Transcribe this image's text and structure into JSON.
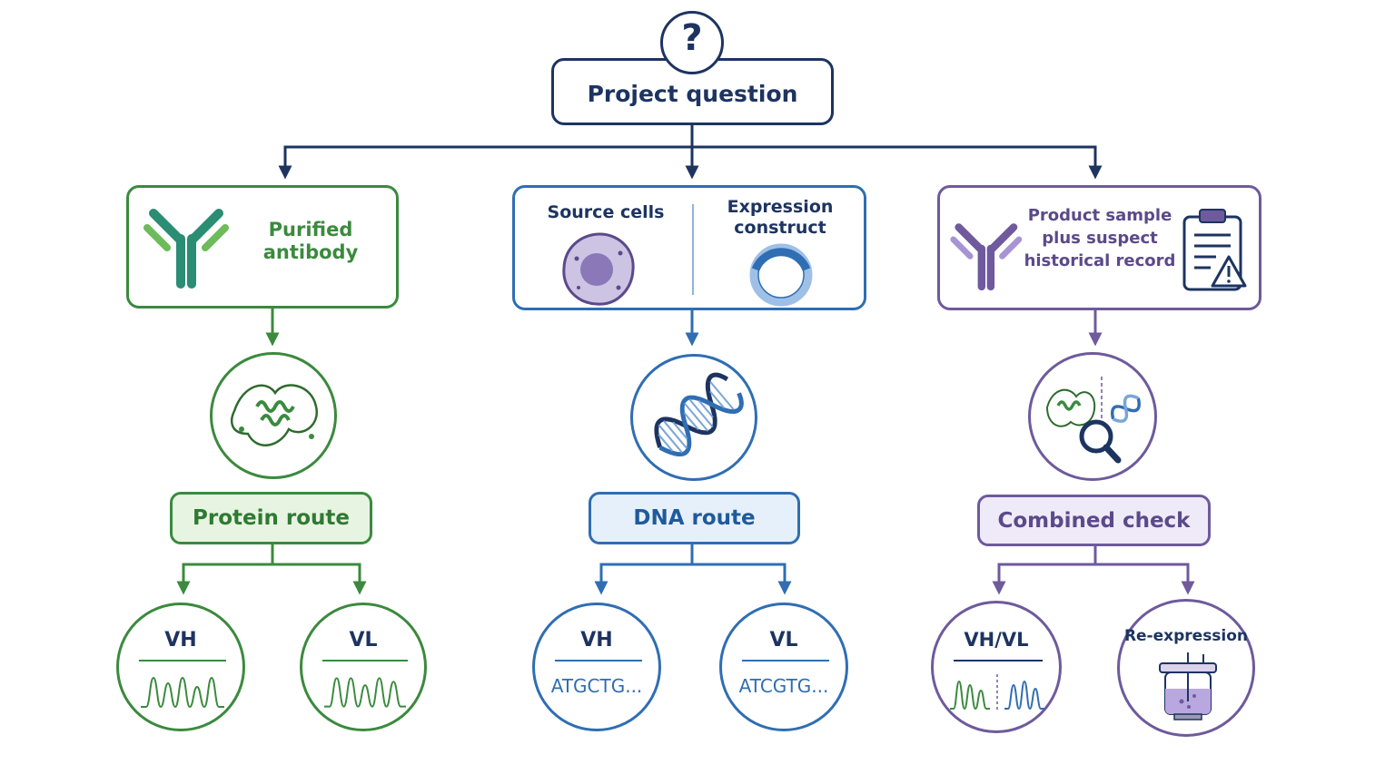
{
  "colors": {
    "navy": "#1d3461",
    "green": "#3b8a3e",
    "green_fill": "#e8f4e2",
    "blue": "#2f6eb3",
    "blue_fill": "#e6f0fa",
    "purple": "#6e5a9c",
    "purple_fill": "#efeaf8"
  },
  "root": {
    "icon": "question-mark-icon",
    "glyph": "?",
    "label": "Project question"
  },
  "branches": {
    "protein": {
      "input_label_line1": "Purified",
      "input_label_line2": "antibody",
      "input_icon": "antibody-icon",
      "process_icon": "protein-structure-icon",
      "route_label": "Protein route",
      "outputs": [
        {
          "label": "VH",
          "icon": "chromatogram-icon"
        },
        {
          "label": "VL",
          "icon": "chromatogram-icon"
        }
      ]
    },
    "dna": {
      "input_left_label": "Source cells",
      "input_right_label_line1": "Expression",
      "input_right_label_line2": "construct",
      "input_left_icon": "cell-icon",
      "input_right_icon": "plasmid-icon",
      "process_icon": "dna-helix-icon",
      "route_label": "DNA route",
      "outputs": [
        {
          "label": "VH",
          "sequence": "ATGCTG..."
        },
        {
          "label": "VL",
          "sequence": "ATCGTG..."
        }
      ]
    },
    "combined": {
      "input_label_line1": "Product sample",
      "input_label_line2": "plus suspect",
      "input_label_line3": "historical record",
      "input_icon": "antibody-icon",
      "record_icon": "clipboard-warning-icon",
      "process_icon": "protein-dna-magnifier-icon",
      "route_label": "Combined check",
      "outputs": [
        {
          "label": "VH/VL",
          "icon": "dual-chromatogram-icon"
        },
        {
          "label": "Re-expression",
          "icon": "bioreactor-icon"
        }
      ]
    }
  }
}
